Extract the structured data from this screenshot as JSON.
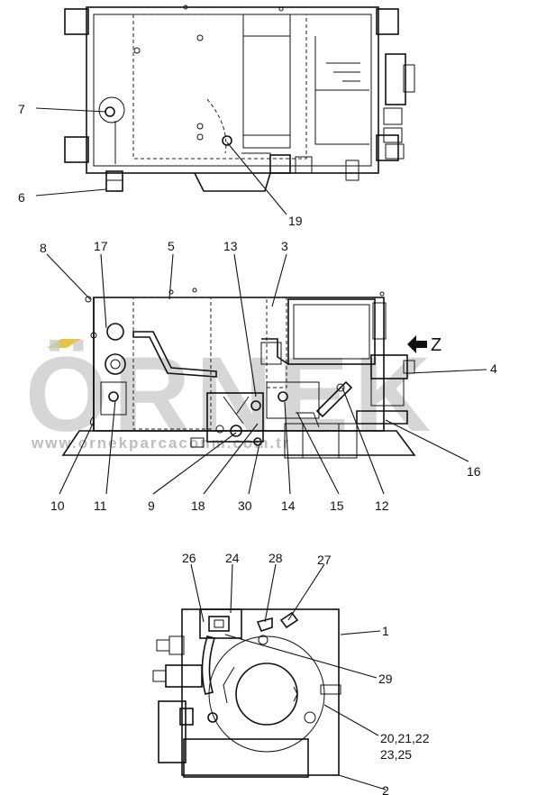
{
  "watermark": {
    "brand": "ÖRNEK",
    "url": "www.ornekparcaconm.com.tr"
  },
  "view_marker": {
    "label": "Z"
  },
  "callouts": [
    {
      "id": "c7",
      "text": "7"
    },
    {
      "id": "c6",
      "text": "6"
    },
    {
      "id": "c19",
      "text": "19"
    },
    {
      "id": "c8",
      "text": "8"
    },
    {
      "id": "c17",
      "text": "17"
    },
    {
      "id": "c5",
      "text": "5"
    },
    {
      "id": "c13",
      "text": "13"
    },
    {
      "id": "c3",
      "text": "3"
    },
    {
      "id": "c4",
      "text": "4"
    },
    {
      "id": "c16",
      "text": "16"
    },
    {
      "id": "c10",
      "text": "10"
    },
    {
      "id": "c11",
      "text": "11"
    },
    {
      "id": "c9",
      "text": "9"
    },
    {
      "id": "c18",
      "text": "18"
    },
    {
      "id": "c30",
      "text": "30"
    },
    {
      "id": "c14",
      "text": "14"
    },
    {
      "id": "c15",
      "text": "15"
    },
    {
      "id": "c12",
      "text": "12"
    },
    {
      "id": "c26",
      "text": "26"
    },
    {
      "id": "c24",
      "text": "24"
    },
    {
      "id": "c28",
      "text": "28"
    },
    {
      "id": "c27",
      "text": "27"
    },
    {
      "id": "c1",
      "text": "1"
    },
    {
      "id": "c29",
      "text": "29"
    },
    {
      "id": "c20",
      "text": "20,21,22"
    },
    {
      "id": "c23",
      "text": "23,25"
    },
    {
      "id": "c2",
      "text": "2"
    }
  ]
}
